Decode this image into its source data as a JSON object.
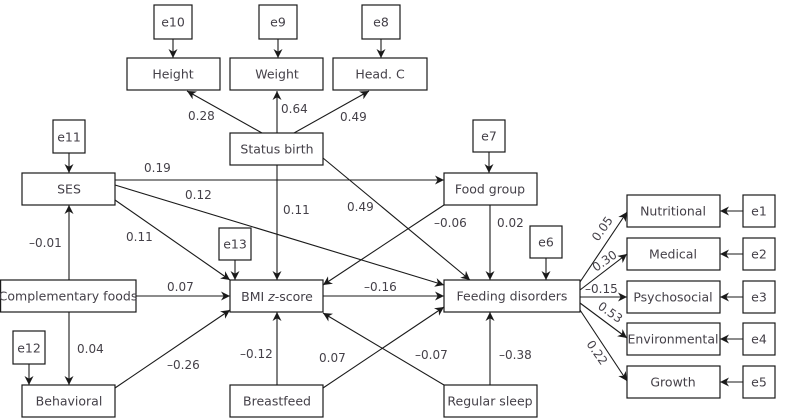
{
  "diagram": {
    "type": "structural-equation-path-diagram",
    "nodes": {
      "e10": "e10",
      "e9": "e9",
      "e8": "e8",
      "height": "Height",
      "weight": "Weight",
      "head_c": "Head. C",
      "status_birth": "Status birth",
      "e11": "e11",
      "ses": "SES",
      "e7": "e7",
      "food_group": "Food group",
      "e13": "e13",
      "bmi_prefix": "BMI ",
      "bmi_italic": "z",
      "bmi_suffix": "-score",
      "complementary_foods": "Complementary foods",
      "e6": "e6",
      "feeding_disorders": "Feeding disorders",
      "e12": "e12",
      "behavioral": "Behavioral",
      "breastfeed": "Breastfeed",
      "regular_sleep": "Regular sleep",
      "nutritional": "Nutritional",
      "medical": "Medical",
      "psychosocial": "Psychosocial",
      "environmental": "Environmental",
      "growth": "Growth",
      "e1": "e1",
      "e2": "e2",
      "e3": "e3",
      "e4": "e4",
      "e5": "e5"
    },
    "coefficients": {
      "status_height": "0.28",
      "status_weight": "0.64",
      "status_headc": "0.49",
      "ses_food": "0.19",
      "ses_feeding": "0.12",
      "ses_bmi": "0.11",
      "status_bmi": "0.11",
      "status_feeding": "0.49",
      "food_bmi": "–0.06",
      "food_feeding": "0.02",
      "comp_ses": "–0.01",
      "comp_bmi": "0.07",
      "bmi_feeding": "–0.16",
      "comp_behavioral": "0.04",
      "behavioral_bmi": "–0.26",
      "breastfeed_bmi": "–0.12",
      "breastfeed_feeding": "0.07",
      "sleep_bmi": "–0.07",
      "sleep_feeding": "–0.38",
      "feeding_nutritional": "0.05",
      "feeding_medical": "0.30",
      "feeding_psychosocial": "–0.15",
      "feeding_environmental": "0.53",
      "feeding_growth": "0.22"
    }
  }
}
